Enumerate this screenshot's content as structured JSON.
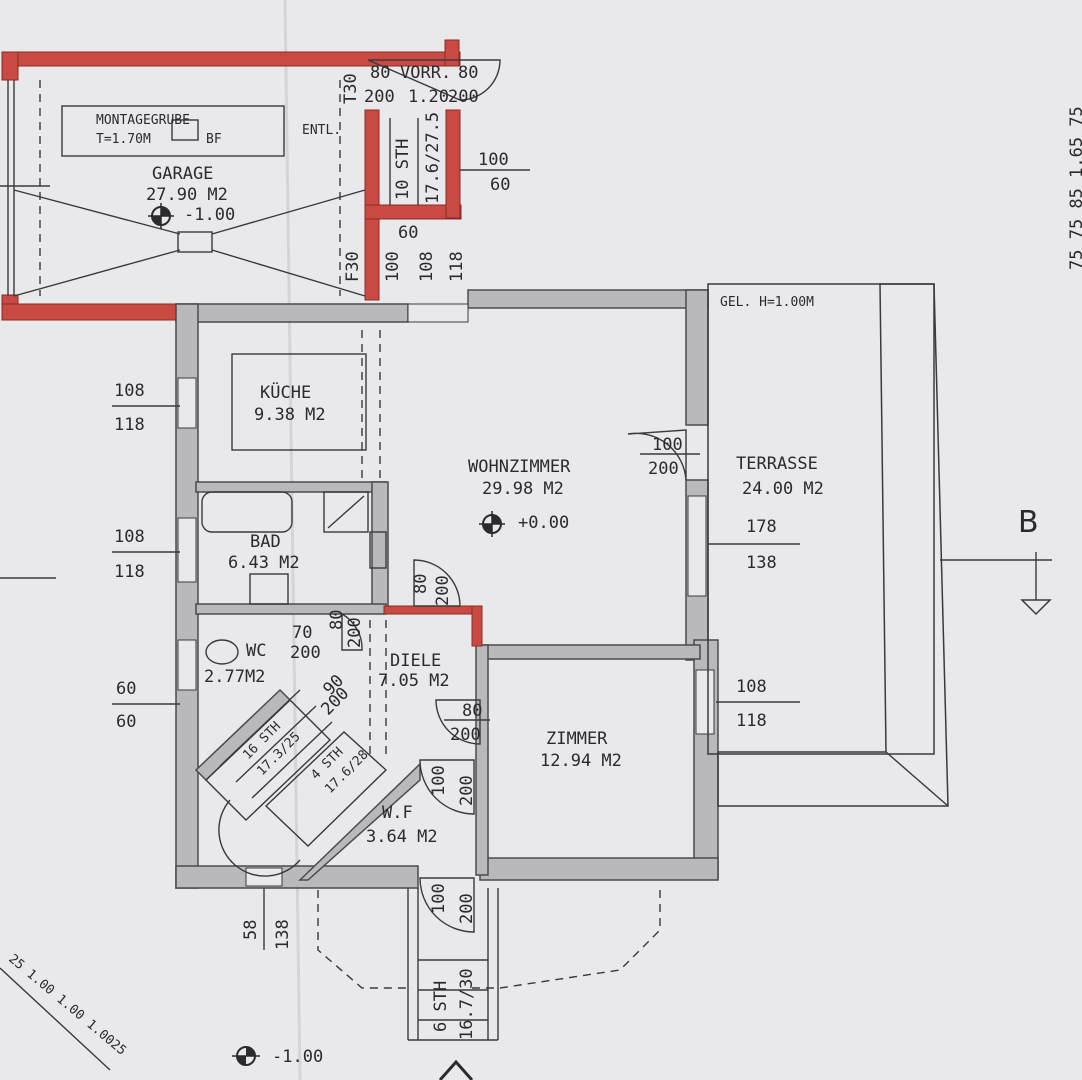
{
  "rooms": {
    "garage": {
      "name": "GARAGE",
      "area": "27.90 M2",
      "level": "-1.00"
    },
    "pit": {
      "line1": "MONTAGEGRUBE",
      "line2": "T=1.70M",
      "code": "BF"
    },
    "kueche": {
      "name": "KÜCHE",
      "area": "9.38 M2"
    },
    "wohnzimmer": {
      "name": "WOHNZIMMER",
      "area": "29.98 M2",
      "level": "+0.00"
    },
    "terrasse": {
      "name": "TERRASSE",
      "area": "24.00 M2"
    },
    "bad": {
      "name": "BAD",
      "area": "6.43 M2"
    },
    "wc": {
      "name": "WC",
      "area": "2.77M2"
    },
    "diele": {
      "name": "DIELE",
      "area": "7.05 M2"
    },
    "zimmer": {
      "name": "ZIMMER",
      "area": "12.94 M2"
    },
    "wf": {
      "name": "W.F",
      "area": "3.64 M2"
    }
  },
  "labels": {
    "entl": "ENTL.",
    "vorr": "VORR.",
    "gel": "GEL. H=1.00M",
    "section": "B",
    "bottom_level": "-1.00",
    "t30": "T30",
    "f30": "F30"
  },
  "dims": {
    "top_door_w": "80",
    "top_door_w2": "80",
    "top_door_h": "200",
    "top_door_mid": "1.20",
    "top_door_h2": "200",
    "stair_top": "10 STH",
    "stair_top_ratio": "17.6/27.5",
    "win_top_a": "100",
    "win_top_b": "60",
    "win_f30_a": "100",
    "win_f30_b": "60",
    "win_f30_c": "108",
    "win_f30_d": "118",
    "kueche_win_a": "108",
    "kueche_win_b": "118",
    "bad_win_a": "108",
    "bad_win_b": "118",
    "wc_win_a": "60",
    "wc_win_b": "60",
    "wz_door_a": "100",
    "wz_door_b": "200",
    "terr_win_a": "178",
    "terr_win_b": "138",
    "zimmer_win_a": "108",
    "zimmer_win_b": "118",
    "diele_door_a": "80",
    "diele_door_b": "200",
    "bad_door_a": "80",
    "bad_door_b": "200",
    "wc_door_a": "70",
    "wc_door_b": "200",
    "stair_door_a": "90",
    "stair_door_b": "200",
    "zimmer_door_a": "80",
    "zimmer_door_b": "200",
    "wf_door_a": "100",
    "wf_door_b": "200",
    "entry_door_a": "100",
    "entry_door_b": "200",
    "stair_l_a": "16 STH",
    "stair_l_b": "17.3/25",
    "stair_r_a": "4 STH",
    "stair_r_b": "17.6/28",
    "entry_stair_a": "6 STH",
    "entry_stair_b": "16.7/30",
    "bottom_win_a": "58",
    "bottom_win_b": "138",
    "right_edge": "75  75  85  1.65  75",
    "diag_dims": "25 1.00 1.00 1.0025"
  },
  "colors": {
    "paper": "#e9e9ec",
    "wall_gray": "#b9b9bd",
    "wall_red": "#c94a42",
    "ink": "#2b2b2e"
  }
}
